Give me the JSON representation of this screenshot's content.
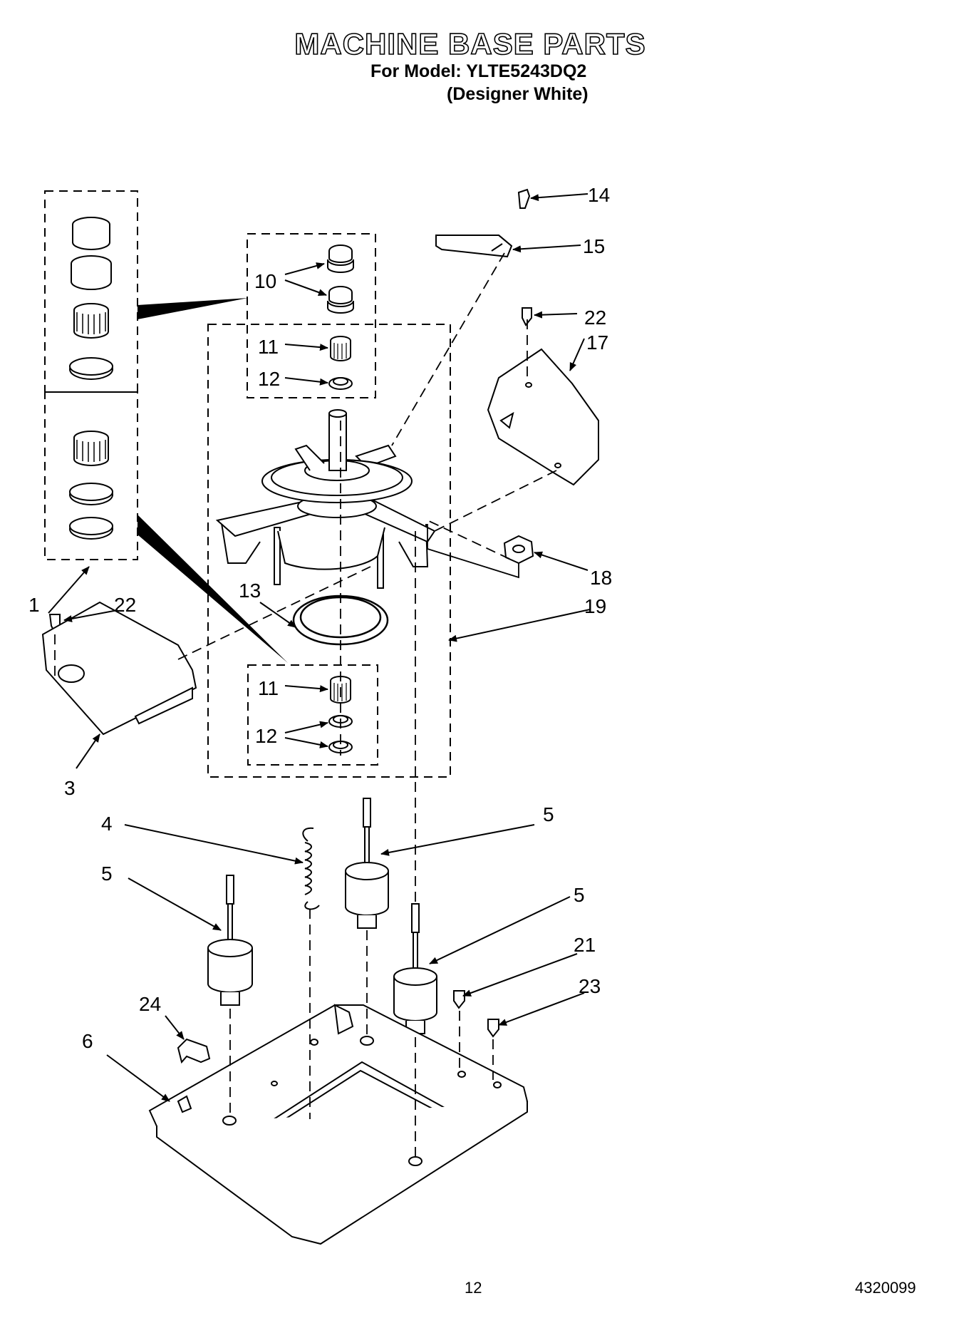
{
  "header": {
    "title": "MACHINE BASE PARTS",
    "model_line": "For Model: YLTE5243DQ2",
    "finish_line": "(Designer White)"
  },
  "footer": {
    "page_number": "12",
    "doc_number": "4320099"
  },
  "labels": {
    "l1": "1",
    "l3": "3",
    "l4": "4",
    "l5a": "5",
    "l5b": "5",
    "l5c": "5",
    "l6": "6",
    "l10": "10",
    "l11a": "11",
    "l11b": "11",
    "l12a": "12",
    "l12b": "12",
    "l13": "13",
    "l14": "14",
    "l15": "15",
    "l17": "17",
    "l18": "18",
    "l19": "19",
    "l21": "21",
    "l22a": "22",
    "l22b": "22",
    "l23": "23",
    "l24": "24"
  }
}
